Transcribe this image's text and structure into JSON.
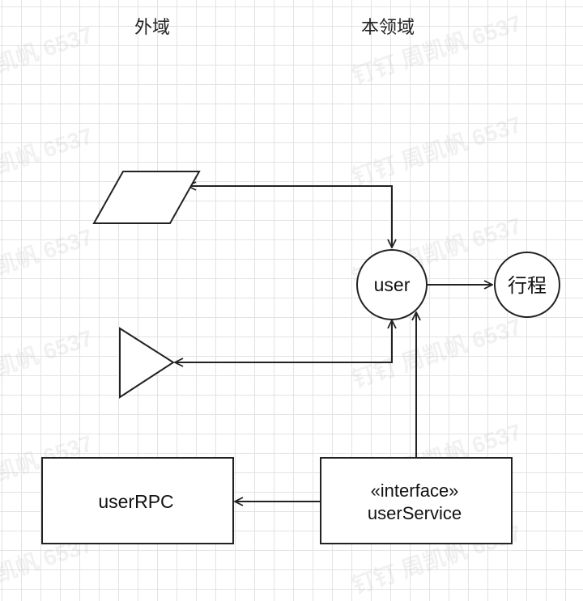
{
  "headers": {
    "outer_domain": "外域",
    "own_domain": "本领域"
  },
  "nodes": {
    "user": "user",
    "trip": "行程",
    "user_rpc": "userRPC",
    "user_service_stereotype": "«interface»",
    "user_service_name": "userService"
  },
  "watermark": {
    "text_a": "凯帆 6537",
    "text_b": "钉钉 周凯帆 6537"
  }
}
